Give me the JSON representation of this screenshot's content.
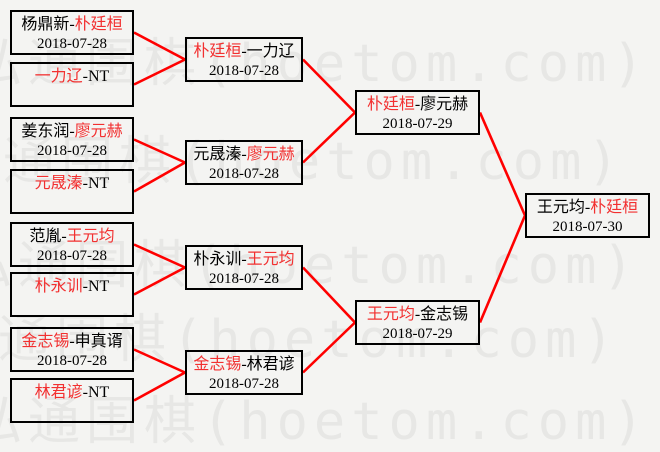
{
  "colors": {
    "background": "#f4f4f2",
    "box_border": "#000000",
    "text": "#000000",
    "winner_red": "#f23030",
    "connector_red": "#ff0000",
    "watermark_gray": "#e7e7e5"
  },
  "separator": "-",
  "watermark": {
    "text": "弘通围棋(hoetom.com)"
  },
  "bracket": {
    "rounds": [
      {
        "matches": [
          {
            "left": {
              "name": "杨鼎新",
              "winner": false
            },
            "right": {
              "name": "朴廷桓",
              "winner": true
            },
            "date": "2018-07-28"
          },
          {
            "left": {
              "name": "一力辽",
              "winner": true
            },
            "right": {
              "name": "NT",
              "winner": false
            },
            "date": ""
          },
          {
            "left": {
              "name": "姜东润",
              "winner": false
            },
            "right": {
              "name": "廖元赫",
              "winner": true
            },
            "date": "2018-07-28"
          },
          {
            "left": {
              "name": "元晟溱",
              "winner": true
            },
            "right": {
              "name": "NT",
              "winner": false
            },
            "date": ""
          },
          {
            "left": {
              "name": "范胤",
              "winner": false
            },
            "right": {
              "name": "王元均",
              "winner": true
            },
            "date": "2018-07-28"
          },
          {
            "left": {
              "name": "朴永训",
              "winner": true
            },
            "right": {
              "name": "NT",
              "winner": false
            },
            "date": ""
          },
          {
            "left": {
              "name": "金志锡",
              "winner": true
            },
            "right": {
              "name": "申真谞",
              "winner": false
            },
            "date": "2018-07-28"
          },
          {
            "left": {
              "name": "林君谚",
              "winner": true
            },
            "right": {
              "name": "NT",
              "winner": false
            },
            "date": ""
          }
        ]
      },
      {
        "matches": [
          {
            "left": {
              "name": "朴廷桓",
              "winner": true
            },
            "right": {
              "name": "一力辽",
              "winner": false
            },
            "date": "2018-07-28"
          },
          {
            "left": {
              "name": "元晟溱",
              "winner": false
            },
            "right": {
              "name": "廖元赫",
              "winner": true
            },
            "date": "2018-07-28"
          },
          {
            "left": {
              "name": "朴永训",
              "winner": false
            },
            "right": {
              "name": "王元均",
              "winner": true
            },
            "date": "2018-07-28"
          },
          {
            "left": {
              "name": "金志锡",
              "winner": true
            },
            "right": {
              "name": "林君谚",
              "winner": false
            },
            "date": "2018-07-28"
          }
        ]
      },
      {
        "matches": [
          {
            "left": {
              "name": "朴廷桓",
              "winner": true
            },
            "right": {
              "name": "廖元赫",
              "winner": false
            },
            "date": "2018-07-29"
          },
          {
            "left": {
              "name": "王元均",
              "winner": true
            },
            "right": {
              "name": "金志锡",
              "winner": false
            },
            "date": "2018-07-29"
          }
        ]
      },
      {
        "matches": [
          {
            "left": {
              "name": "王元均",
              "winner": false
            },
            "right": {
              "name": "朴廷桓",
              "winner": true
            },
            "date": "2018-07-30"
          }
        ]
      }
    ]
  }
}
